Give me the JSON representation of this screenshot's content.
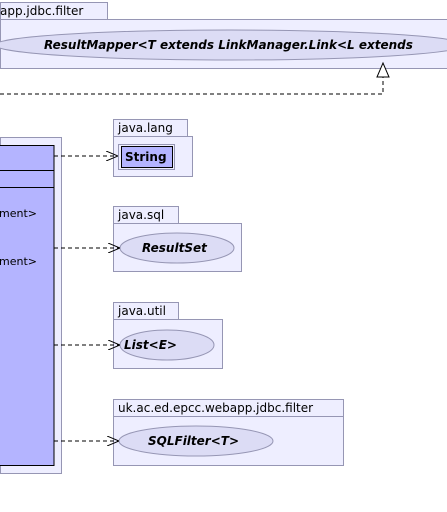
{
  "colors": {
    "package_fill": "#eeeeff",
    "package_stroke": "#9696b4",
    "class_fill": "#b4b4ff",
    "interface_fill": "#dcdcf5",
    "line": "#000000"
  },
  "top_package": {
    "tab_label": "app.jdbc.filter",
    "interface_label": "ResultMapper<T extends LinkManager.Link<L extends"
  },
  "main_class": {
    "members": [
      "ment>",
      "ment>"
    ]
  },
  "packages": [
    {
      "tab_label": "java.lang",
      "element_label": "String",
      "element_kind": "class"
    },
    {
      "tab_label": "java.sql",
      "element_label": "ResultSet",
      "element_kind": "interface"
    },
    {
      "tab_label": "java.util",
      "element_label": "List<E>",
      "element_kind": "interface"
    },
    {
      "tab_label": "uk.ac.ed.epcc.webapp.jdbc.filter",
      "element_label": "SQLFilter<T>",
      "element_kind": "interface"
    }
  ]
}
